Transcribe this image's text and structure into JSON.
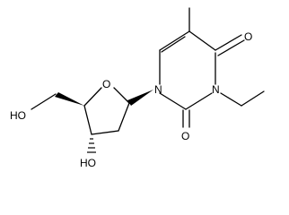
{
  "molecule": {
    "atoms": {
      "o_carbonyl_top": "O",
      "o_carbonyl_bottom": "O",
      "n1": "N",
      "n3": "N",
      "o_ring": "O",
      "ho_primary": "HO",
      "ho_secondary": "HO"
    },
    "colors": {
      "bond": "#000000",
      "label": "#000000",
      "background": "#ffffff"
    }
  }
}
